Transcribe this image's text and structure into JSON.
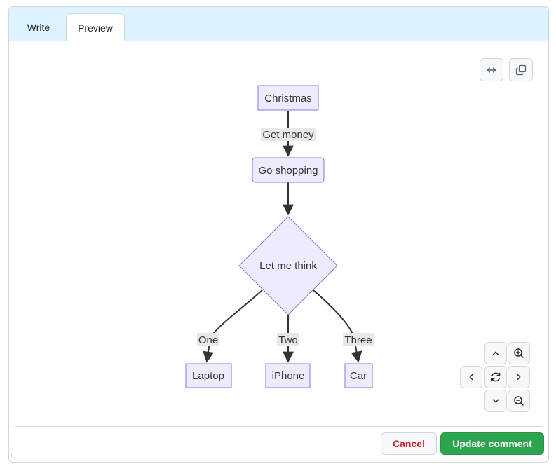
{
  "tabs": {
    "write": "Write",
    "preview": "Preview"
  },
  "toolbar": {
    "expand_icon": "arrows-horizontal-icon",
    "copy_icon": "copy-icon"
  },
  "diagram": {
    "nodes": {
      "christmas": "Christmas",
      "shopping": "Go shopping",
      "think": "Let me think",
      "laptop": "Laptop",
      "iphone": "iPhone",
      "car": "Car"
    },
    "edge_labels": {
      "money": "Get money",
      "one": "One",
      "two": "Two",
      "three": "Three"
    },
    "colors": {
      "node_fill": "#ECECFF",
      "node_stroke": "#9370DB",
      "edge": "#333333",
      "label_bg": "#e8e8e8"
    }
  },
  "navigation": {
    "up_icon": "chevron-up-icon",
    "zoom_in_icon": "zoom-in-icon",
    "left_icon": "chevron-left-icon",
    "reset_icon": "reset-icon",
    "right_icon": "chevron-right-icon",
    "down_icon": "chevron-down-icon",
    "zoom_out_icon": "zoom-out-icon"
  },
  "footer": {
    "cancel": "Cancel",
    "update": "Update comment"
  },
  "colors": {
    "tab_bg": "#ddf4ff",
    "primary": "#2da44e",
    "danger": "#cf222e"
  }
}
